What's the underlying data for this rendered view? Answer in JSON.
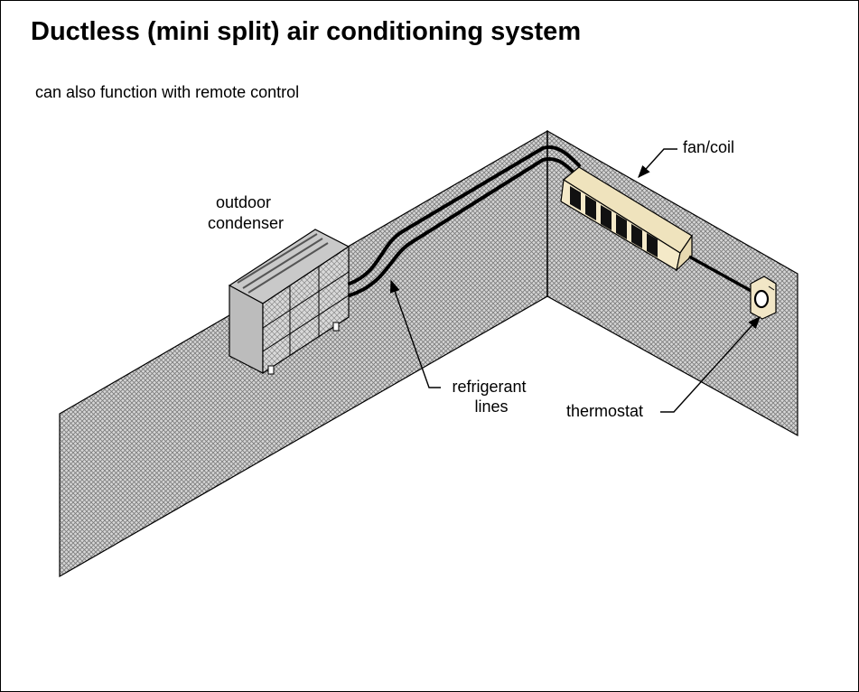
{
  "diagram": {
    "title": "Ductless (mini split) air conditioning system",
    "subtitle": "can also function with remote control",
    "labels": {
      "outdoor_condenser": [
        "outdoor",
        "condenser"
      ],
      "fan_coil": "fan/coil",
      "refrigerant_lines": [
        "refrigerant",
        "lines"
      ],
      "thermostat": "thermostat"
    },
    "colors": {
      "wall_texture": "#8c8c8c",
      "wall_base": "#d9d9d9",
      "fan_coil_body": "#f2e6c4",
      "condenser_body": "#d6d6d6",
      "line": "#000000"
    }
  }
}
